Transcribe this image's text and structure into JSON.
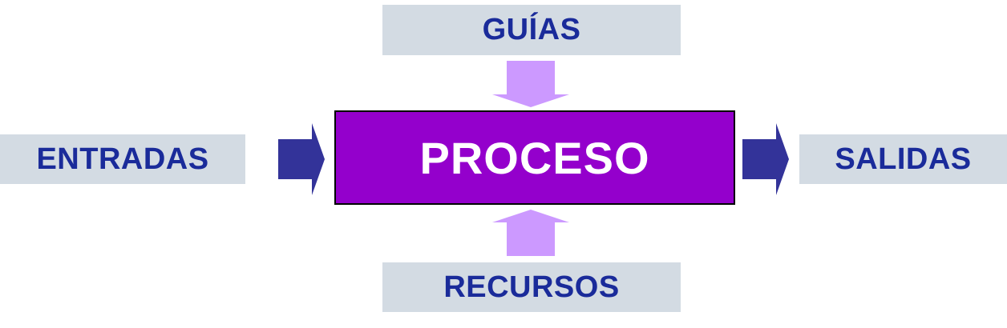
{
  "diagram": {
    "center": {
      "label": "PROCESO"
    },
    "top": {
      "label": "GUÍAS"
    },
    "bottom": {
      "label": "RECURSOS"
    },
    "left": {
      "label": "ENTRADAS"
    },
    "right": {
      "label": "SALIDAS"
    }
  },
  "colors": {
    "label_box_bg": "#d3dbe3",
    "label_text": "#1a2b9a",
    "process_bg": "#9400cc",
    "process_text": "#ffffff",
    "vertical_arrow": "#cc99ff",
    "horizontal_arrow": "#333399"
  }
}
